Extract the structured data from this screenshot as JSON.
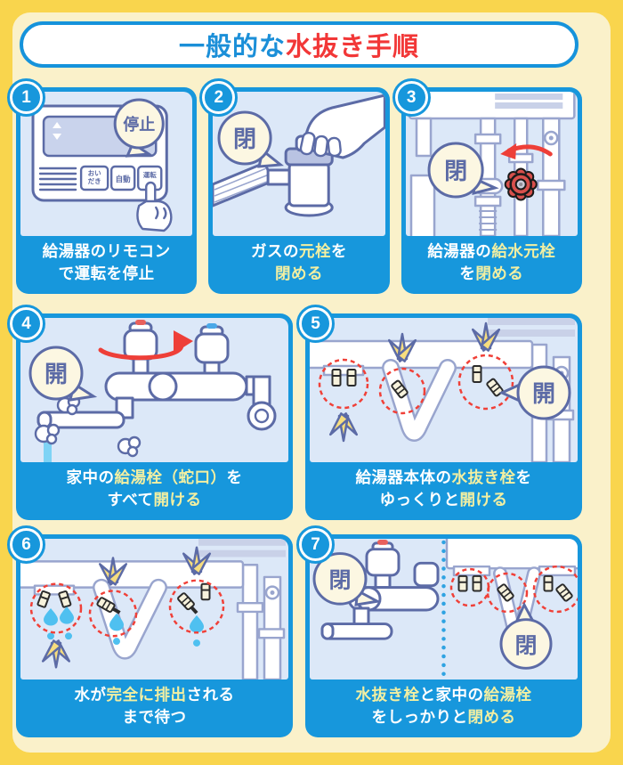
{
  "title": {
    "segments": [
      {
        "text": "一般的な",
        "color": "blue"
      },
      {
        "text": "水抜き手順",
        "color": "red"
      }
    ]
  },
  "colors": {
    "frame_yellow": "#F9D54D",
    "inner_cream": "#FAF1CA",
    "panel_blue": "#1797DC",
    "illustration_bg": "#DCE8F8",
    "caption_highlight": "#F2EFA2",
    "title_blue": "#1B8FD8",
    "title_red": "#F23737",
    "outline_ink": "#5C6BA6",
    "accent_red": "#EE3F38",
    "burst_yellow": "#F7DD7E",
    "water_blue": "#4FC0F0"
  },
  "steps": [
    {
      "number": "1",
      "bubbles": [
        "停止"
      ],
      "remote_buttons": [
        [
          "おい",
          "だき"
        ],
        [
          "自動"
        ],
        [
          "運転"
        ]
      ],
      "caption": [
        [
          {
            "text": "給湯器のリモコン",
            "highlight": false
          }
        ],
        [
          {
            "text": "で運転を停止",
            "highlight": false
          }
        ]
      ]
    },
    {
      "number": "2",
      "bubbles": [
        "閉"
      ],
      "caption": [
        [
          {
            "text": "ガスの",
            "highlight": false
          },
          {
            "text": "元栓",
            "highlight": true
          },
          {
            "text": "を",
            "highlight": false
          }
        ],
        [
          {
            "text": "閉める",
            "highlight": true
          }
        ]
      ]
    },
    {
      "number": "3",
      "bubbles": [
        "閉"
      ],
      "caption": [
        [
          {
            "text": "給湯器の",
            "highlight": false
          },
          {
            "text": "給水元栓",
            "highlight": true
          }
        ],
        [
          {
            "text": "を",
            "highlight": false
          },
          {
            "text": "閉める",
            "highlight": true
          }
        ]
      ]
    },
    {
      "number": "4",
      "bubbles": [
        "開"
      ],
      "caption": [
        [
          {
            "text": "家中の",
            "highlight": false
          },
          {
            "text": "給湯栓（蛇口）",
            "highlight": true
          },
          {
            "text": "を",
            "highlight": false
          }
        ],
        [
          {
            "text": "すべて",
            "highlight": false
          },
          {
            "text": "開ける",
            "highlight": true
          }
        ]
      ]
    },
    {
      "number": "5",
      "bubbles": [
        "開"
      ],
      "caption": [
        [
          {
            "text": "給湯器本体の",
            "highlight": false
          },
          {
            "text": "水抜き栓",
            "highlight": true
          },
          {
            "text": "を",
            "highlight": false
          }
        ],
        [
          {
            "text": "ゆっくりと",
            "highlight": false
          },
          {
            "text": "開ける",
            "highlight": true
          }
        ]
      ]
    },
    {
      "number": "6",
      "bubbles": [],
      "caption": [
        [
          {
            "text": "水が",
            "highlight": false
          },
          {
            "text": "完全に排出",
            "highlight": true
          },
          {
            "text": "される",
            "highlight": false
          }
        ],
        [
          {
            "text": "まで待つ",
            "highlight": false
          }
        ]
      ]
    },
    {
      "number": "7",
      "bubbles": [
        "閉",
        "閉"
      ],
      "caption": [
        [
          {
            "text": "水抜き栓",
            "highlight": true
          },
          {
            "text": "と家中の",
            "highlight": false
          },
          {
            "text": "給湯栓",
            "highlight": true
          }
        ],
        [
          {
            "text": "をしっかりと",
            "highlight": false
          },
          {
            "text": "閉める",
            "highlight": true
          }
        ]
      ]
    }
  ]
}
